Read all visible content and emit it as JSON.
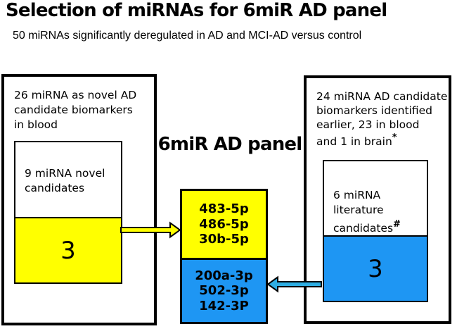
{
  "title": "Selection of miRNAs for 6miR AD panel",
  "subtitle": "50 miRNAs significantly deregulated in AD and MCI-AD versus control",
  "center_label": "6miR AD panel",
  "colors": {
    "yellow": "#FFFF00",
    "blue": "#1E96F3",
    "arrow_blue": "#2FAEE3",
    "border": "#000000"
  },
  "left_flow": {
    "outer_label_lines": {
      "0": "26 miRNA as novel AD",
      "1": "candidate biomarkers",
      "2": "in blood"
    },
    "inner_label_lines": {
      "0": "9 miRNA novel",
      "1": "candidates"
    },
    "count": "3"
  },
  "right_flow": {
    "outer_label_lines": {
      "0": "24 miRNA AD candidate",
      "1": "biomarkers identified",
      "2": "earlier, 23 in blood",
      "3": "and 1 in brain"
    },
    "outer_label_sup": "*",
    "inner_label_lines": {
      "0": "6 miRNA literature",
      "1": "candidates"
    },
    "inner_label_sup": "#",
    "count": "3"
  },
  "panel": {
    "novel_mirnas": {
      "0": "483-5p",
      "1": "486-5p",
      "2": "30b-5p"
    },
    "literature_mirnas": {
      "0": "200a-3p",
      "1": "502-3p",
      "2": "142-3P"
    }
  }
}
